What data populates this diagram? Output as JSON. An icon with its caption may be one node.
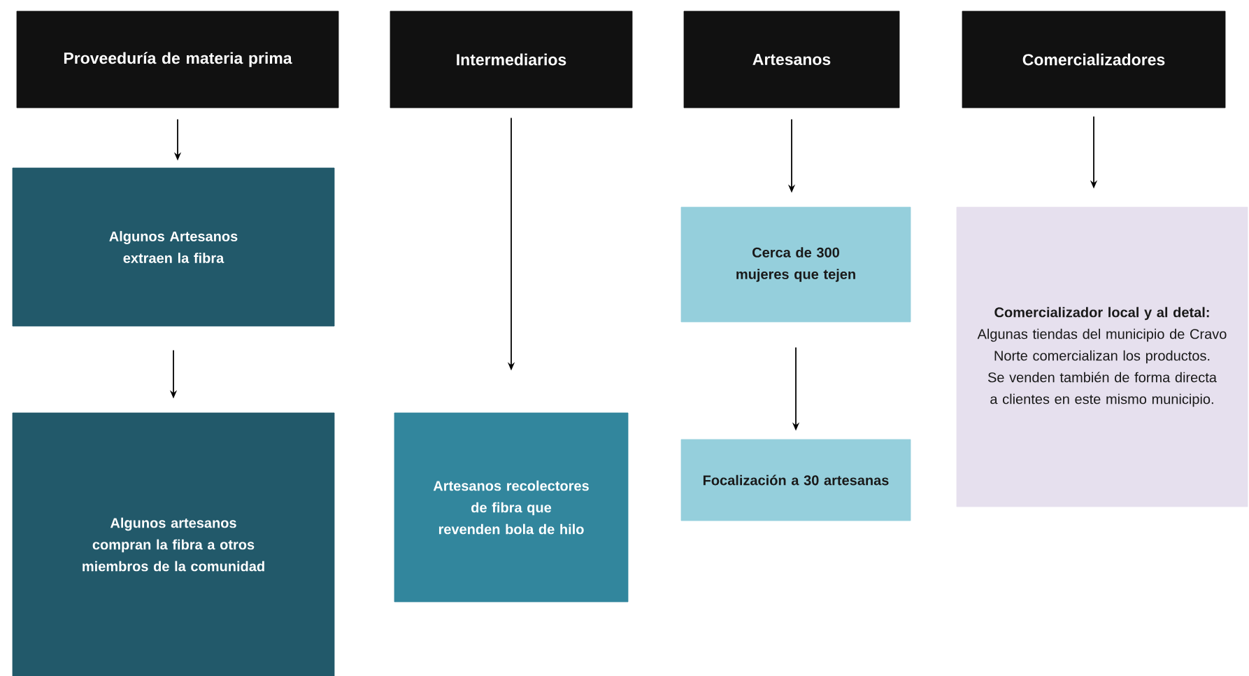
{
  "diagram": {
    "nodes": [
      {
        "text": [
          "Proveeduría de materia prima"
        ]
      },
      {
        "text": [
          "Intermediarios"
        ]
      },
      {
        "text": [
          "Artesanos"
        ]
      },
      {
        "text": [
          "Comercializadores"
        ]
      },
      {
        "text": [
          "Algunos Artesanos extraen la fibra"
        ]
      },
      {
        "text": [
          "Algunos artesanos compran la fibra a otros miembros de la comunidad"
        ]
      },
      {
        "text": [
          "Artesanos recolectores de fibra que revenden bola de hilo"
        ]
      },
      {
        "text": [
          "Cerca de 300 mujeres que tejen"
        ]
      },
      {
        "text": [
          "Focalización a 30 artesanas"
        ]
      },
      {
        "text": [
          "**Comercializador local y al detal:** Algunas tiendas del municipio de Cravo Norte comercializan los productos. Se venden también de forma directa a clientes en este mismo municipio."
        ]
      }
    ],
    "edges": [
      {
        "from": 0,
        "to": 4,
        "arrow": "to"
      },
      {
        "from": 4,
        "to": 5,
        "arrow": "to"
      },
      {
        "from": 1,
        "to": 6,
        "arrow": "to"
      },
      {
        "from": 2,
        "to": 7,
        "arrow": "to"
      },
      {
        "from": 7,
        "to": 8,
        "arrow": "to"
      },
      {
        "from": 3,
        "to": 9,
        "arrow": "to"
      }
    ]
  }
}
